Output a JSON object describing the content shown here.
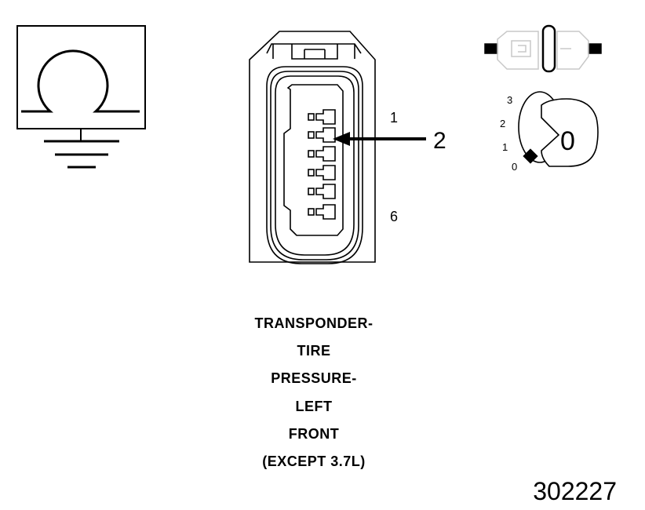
{
  "connector": {
    "pin_top": "1",
    "pin_bottom": "6",
    "callout": "2"
  },
  "ignition": {
    "positions": [
      "3",
      "2",
      "1",
      "0"
    ],
    "key_label": "0"
  },
  "caption": {
    "lines": [
      "TRANSPONDER-",
      "TIRE",
      "PRESSURE-",
      "LEFT",
      "FRONT",
      "(EXCEPT 3.7L)"
    ]
  },
  "figure_id": "302227"
}
